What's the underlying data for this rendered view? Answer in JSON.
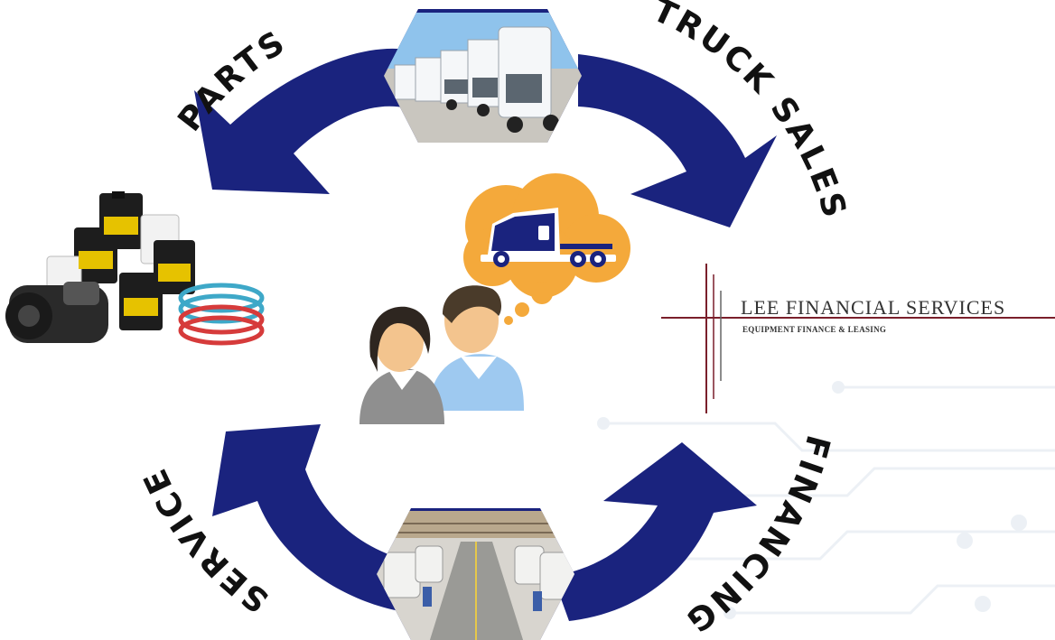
{
  "labels": {
    "parts": "PARTS",
    "truck_sales": "TRUCK SALES",
    "financing": "FINANCING",
    "service": "SERVICE"
  },
  "logo": {
    "name": "LEE FINANCIAL SERVICES",
    "tagline": "EQUIPMENT FINANCE & LEASING"
  },
  "icons": {
    "trucks": "truck-fleet-photo-icon",
    "parts": "truck-parts-photo-icon",
    "service": "service-shop-photo-icon",
    "customers": "customers-icon",
    "thought": "thought-bubble-truck-icon"
  },
  "colors": {
    "arrow": "#1a237e",
    "bubble": "#f4a93b",
    "logo_line": "#7a1f2b"
  }
}
